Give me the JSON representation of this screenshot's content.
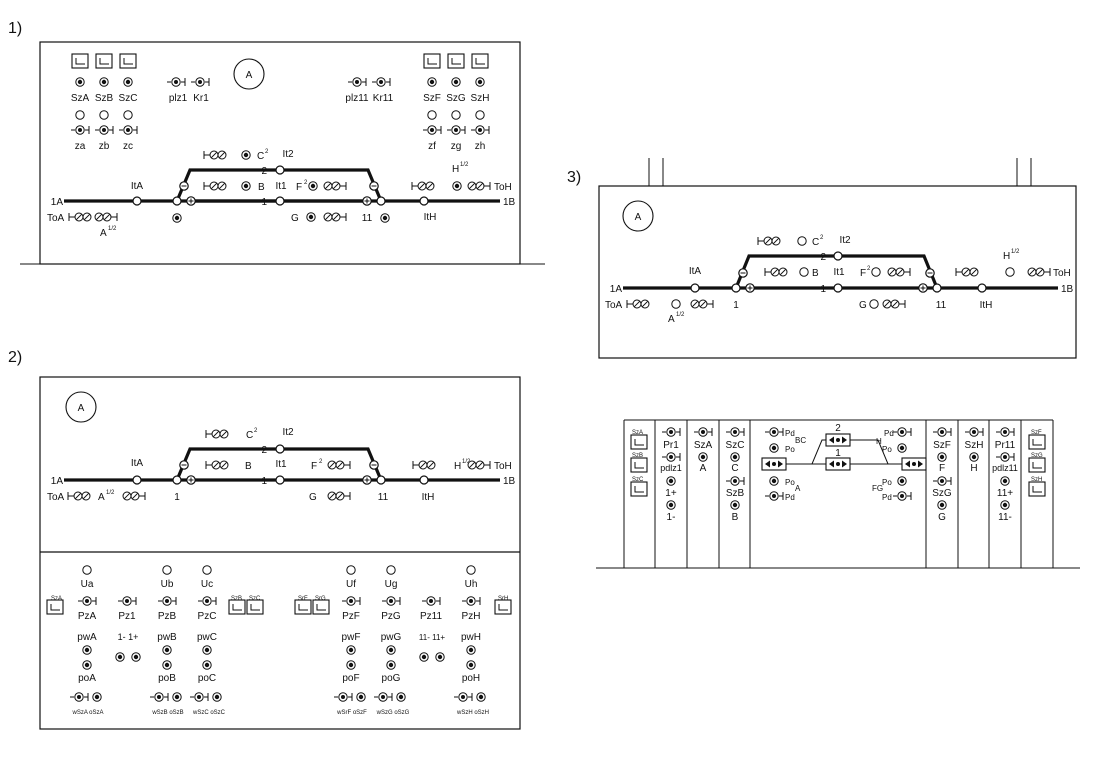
{
  "colors": {
    "ink": "#111111",
    "paper": "#ffffff"
  },
  "panels": {
    "p1": {
      "number": "1)",
      "top_buttons_labels": [
        "SzA",
        "SzB",
        "SzC"
      ],
      "top_right_labels": [
        "SzF",
        "SzG",
        "SzH"
      ],
      "top_left_lower": [
        "za",
        "zb",
        "zc"
      ],
      "top_right_lower": [
        "zf",
        "zg",
        "zh"
      ],
      "center_keys": [
        "plz1",
        "Kr1"
      ],
      "right_keys": [
        "plz11",
        "Kr11"
      ],
      "circle_label": "A",
      "track": {
        "left_end": "1A",
        "right_end": "1B",
        "left_bottom": "ToA",
        "right_top": "ToH",
        "tr_left": "ItA",
        "tr_mid": "It1",
        "tr_top": "It2",
        "tr_right": "ItH",
        "signal_left": "A",
        "signal_left_sup": "1/2",
        "signal_c": "C",
        "signal_c_sup": "2",
        "signal_b": "B",
        "signal_f": "F",
        "signal_f_sup": "2",
        "signal_g": "G",
        "signal_h": "H",
        "signal_h_sup": "1/2",
        "point_left": "1",
        "point_right": "11",
        "track_1": "1",
        "track_2": "2"
      }
    },
    "p2": {
      "number": "2)",
      "circle_label": "A",
      "track": {
        "left_end": "1A",
        "right_end": "1B",
        "left_bottom": "ToA",
        "right_top": "ToH",
        "tr_left": "ItA",
        "tr_mid": "It1",
        "tr_top": "It2",
        "tr_right": "ItH",
        "signal_left": "A",
        "signal_left_sup": "1/2",
        "signal_c": "C",
        "signal_c_sup": "2",
        "signal_b": "B",
        "signal_f": "F",
        "signal_f_sup": "2",
        "signal_g": "G",
        "signal_h": "H",
        "signal_h_sup": "1/2",
        "point_left": "1",
        "point_right": "11",
        "track_1": "1",
        "track_2": "2"
      },
      "console": {
        "u_labels": [
          "Ua",
          "Ub",
          "Uc",
          "Uf",
          "Ug",
          "Uh"
        ],
        "pz_labels": [
          "PzA",
          "Pz1",
          "PzB",
          "PzC",
          "PzF",
          "PzG",
          "Pz11",
          "PzH"
        ],
        "pw_labels": [
          "pwA",
          "pwB",
          "pwC",
          "pwF",
          "pwG",
          "pwH"
        ],
        "po_labels": [
          "poA",
          "poB",
          "poC",
          "poF",
          "poG",
          "poH"
        ],
        "route_left": "1-  1+",
        "route_right": "11-  11+",
        "sz_buttons": [
          "SzA",
          "SzB",
          "SzC",
          "SrF",
          "SrG",
          "SrH"
        ],
        "w_labels": [
          "wSzA oSzA",
          "wSzB oSzB",
          "wSzC oSzC",
          "wSrF oSzF",
          "wSzG oSzG",
          "wSzH oSzH"
        ]
      }
    },
    "p3": {
      "number": "3)",
      "circle_label": "A",
      "track": {
        "left_end": "1A",
        "right_end": "1B",
        "left_bottom": "ToA",
        "right_top": "ToH",
        "tr_left": "ItA",
        "tr_mid": "It1",
        "tr_top": "It2",
        "tr_right": "ItH",
        "signal_left": "A",
        "signal_left_sup": "1/2",
        "signal_c": "C",
        "signal_c_sup": "2",
        "signal_b": "B",
        "signal_f": "F",
        "signal_f_sup": "2",
        "signal_g": "G",
        "signal_h": "H",
        "signal_h_sup": "1/2",
        "point_left": "1",
        "point_right": "11",
        "track_1": "1",
        "track_2": "2"
      }
    },
    "p4": {
      "left_col": [
        "SzA",
        "SzB",
        "SzC"
      ],
      "c1": [
        "Pr1",
        "pdlz1",
        "1+",
        "1-"
      ],
      "c2": [
        "SzA",
        "A"
      ],
      "c3": [
        "SzC",
        "C",
        "SzB",
        "B"
      ],
      "mid_labels": [
        "Pd",
        "Po",
        "BC",
        "Po",
        "Pd",
        "A",
        "H",
        "Po",
        "Pd",
        "Po",
        "Pd",
        "FG"
      ],
      "mid_tracks": [
        "2",
        "1"
      ],
      "c5": [
        "SzF",
        "F",
        "SzG",
        "G"
      ],
      "c6": [
        "SzH",
        "H"
      ],
      "c7": [
        "Pr11",
        "pdlz11",
        "11+",
        "11-"
      ],
      "right_col": [
        "SzF",
        "SzG",
        "SzH"
      ]
    }
  }
}
